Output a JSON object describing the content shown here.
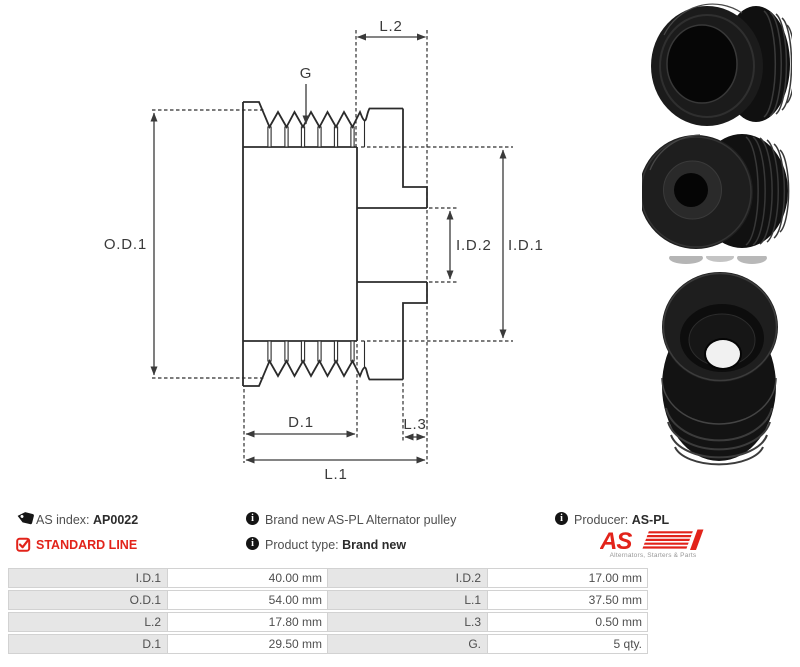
{
  "colors": {
    "brand_red": "#e2231a",
    "drawing_ink": "#2b2b2b",
    "table_label_bg": "#e6e6e6"
  },
  "diagram": {
    "labels": {
      "l2": "L.2",
      "g": "G",
      "od1": "O.D.1",
      "id2": "I.D.2",
      "id1": "I.D.1",
      "d1": "D.1",
      "l3": "L.3",
      "l1": "L.1"
    }
  },
  "info": {
    "as_index": {
      "label": "AS index:",
      "value": "AP0022"
    },
    "standard_line": "STANDARD LINE",
    "description": "Brand new AS-PL Alternator pulley",
    "product_type": {
      "label": "Product type:",
      "value": "Brand new"
    },
    "producer": {
      "label": "Producer:",
      "value": "AS-PL"
    },
    "logo": {
      "text": "AS",
      "subtext": "Alternators, Starters & Parts"
    }
  },
  "specs": {
    "rows": [
      [
        "I.D.1",
        "40.00 mm",
        "I.D.2",
        "17.00 mm"
      ],
      [
        "O.D.1",
        "54.00 mm",
        "L.1",
        "37.50 mm"
      ],
      [
        "L.2",
        "17.80 mm",
        "L.3",
        "0.50 mm"
      ],
      [
        "D.1",
        "29.50 mm",
        "G.",
        "5 qty."
      ]
    ]
  }
}
